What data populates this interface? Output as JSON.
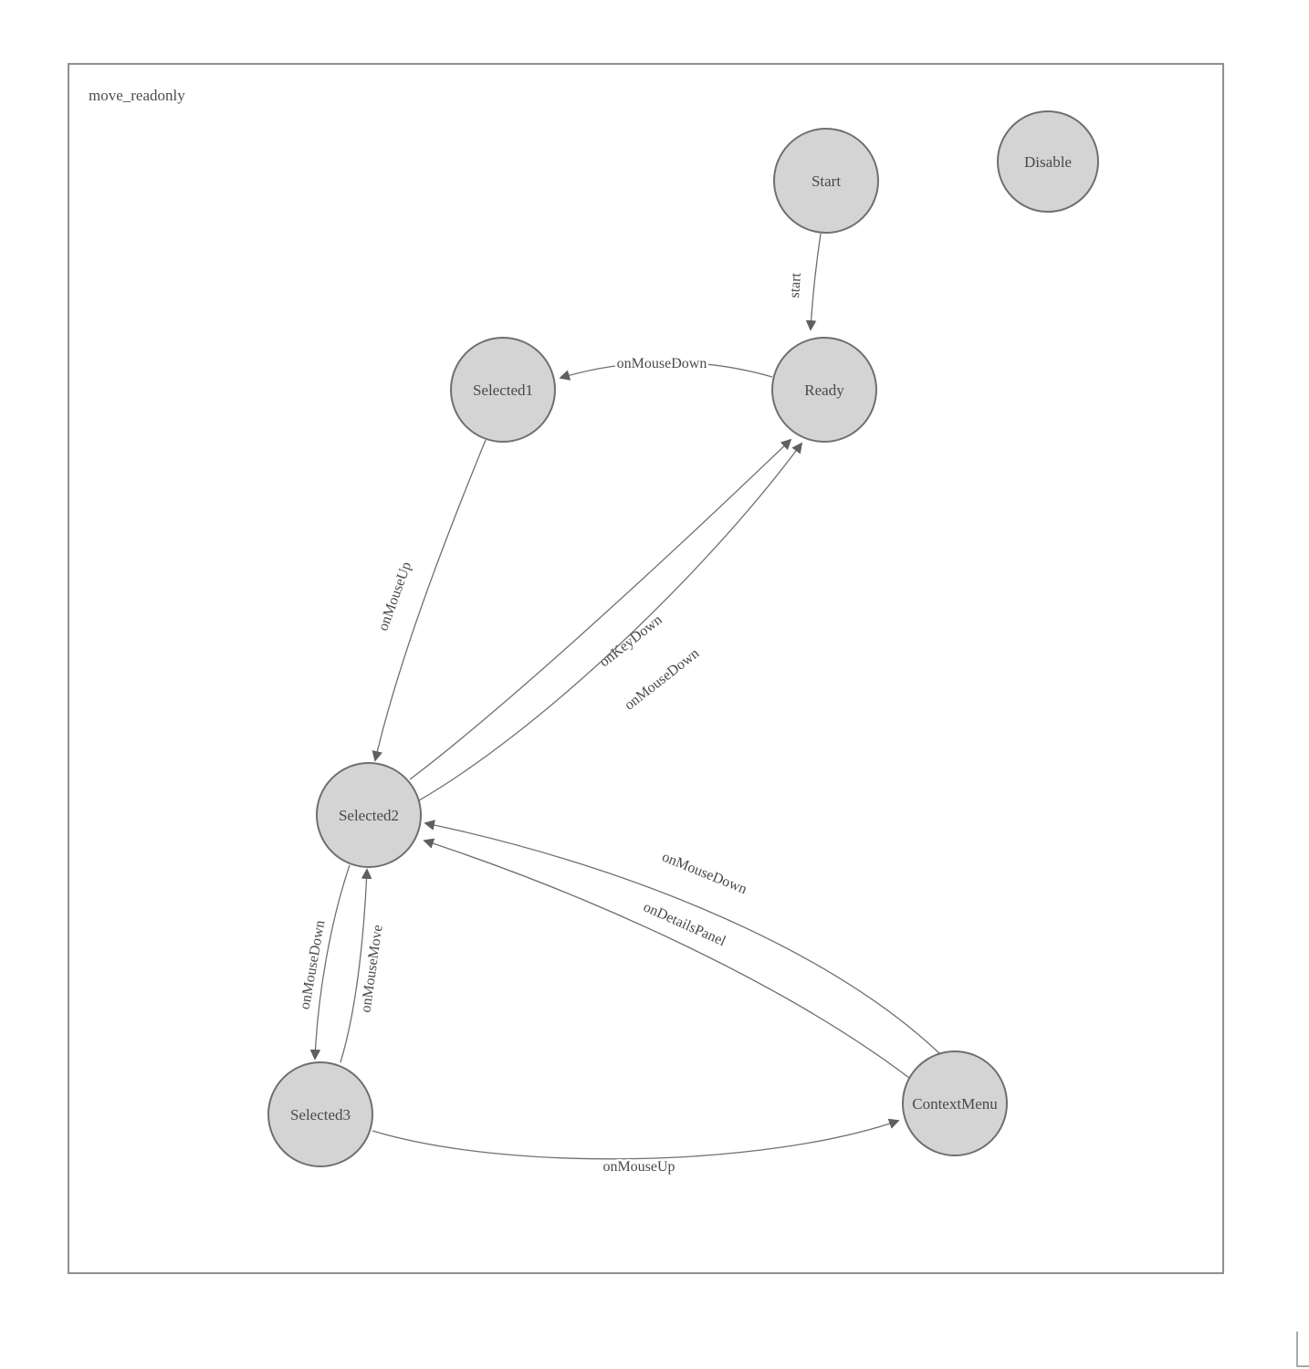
{
  "title": "move_readonly",
  "diagram": {
    "type": "state-machine",
    "nodes": [
      {
        "id": "start",
        "label": "Start"
      },
      {
        "id": "disable",
        "label": "Disable"
      },
      {
        "id": "ready",
        "label": "Ready"
      },
      {
        "id": "selected1",
        "label": "Selected1"
      },
      {
        "id": "selected2",
        "label": "Selected2"
      },
      {
        "id": "selected3",
        "label": "Selected3"
      },
      {
        "id": "contextmenu",
        "label": "ContextMenu"
      }
    ],
    "edges": [
      {
        "from": "Start",
        "to": "Ready",
        "label": "start"
      },
      {
        "from": "Ready",
        "to": "Selected1",
        "label": "onMouseDown"
      },
      {
        "from": "Selected1",
        "to": "Selected2",
        "label": "onMouseUp"
      },
      {
        "from": "Selected2",
        "to": "Ready",
        "label": "onKeyDown"
      },
      {
        "from": "Selected2",
        "to": "Ready",
        "label": "onMouseDown"
      },
      {
        "from": "Selected2",
        "to": "Selected3",
        "label": "onMouseDown"
      },
      {
        "from": "Selected3",
        "to": "Selected2",
        "label": "onMouseMove"
      },
      {
        "from": "ContextMenu",
        "to": "Selected2",
        "label": "onMouseDown"
      },
      {
        "from": "ContextMenu",
        "to": "Selected2",
        "label": "onDetailsPanel"
      },
      {
        "from": "Selected3",
        "to": "ContextMenu",
        "label": "onMouseUp"
      }
    ],
    "colors": {
      "node_fill": "#d4d4d4",
      "node_stroke": "#6f6f6f",
      "edge_stroke": "#707070",
      "text": "#4a4a4a",
      "frame": "#8f8f8f"
    }
  }
}
